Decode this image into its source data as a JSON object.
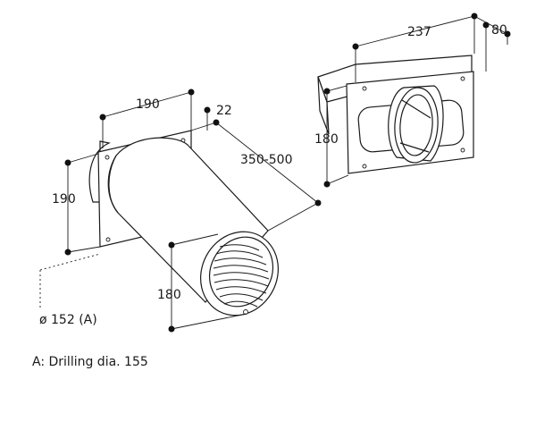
{
  "dimensions": {
    "wall_plate_width": "190",
    "plate_depth": "22",
    "wall_plate_height": "190",
    "pipe_length": "350-500",
    "grille_height": "180",
    "diameter": "ø 152  (A)",
    "adapter_width": "237",
    "adapter_depth": "80",
    "adapter_height": "180"
  },
  "note": "A: Drilling dia. 155"
}
